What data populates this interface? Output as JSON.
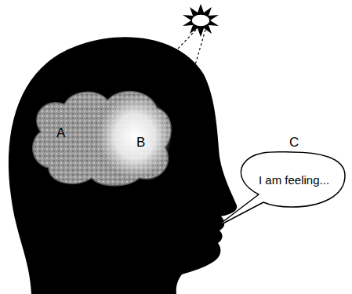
{
  "diagram": {
    "nodes": [
      {
        "text": [
          "A"
        ]
      },
      {
        "text": [
          "B"
        ],
        "in": 0
      },
      {
        "text": [
          "C",
          "I am feeling..."
        ]
      }
    ]
  }
}
